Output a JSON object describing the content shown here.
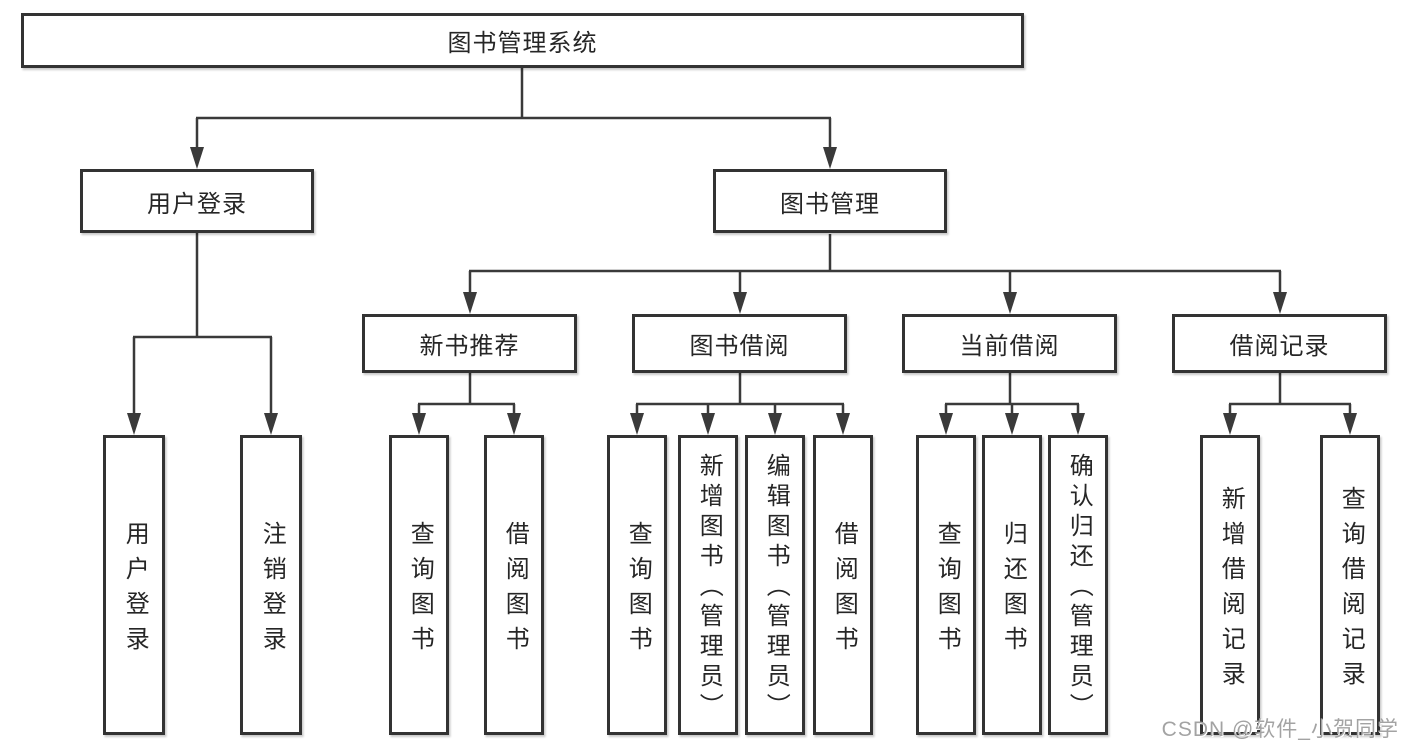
{
  "diagram": {
    "root": {
      "label": "图书管理系统"
    },
    "user_login": {
      "label": "用户登录",
      "children": [
        {
          "label": "用户登录"
        },
        {
          "label": "注销登录"
        }
      ]
    },
    "book_mgmt": {
      "label": "图书管理",
      "children": [
        {
          "label": "新书推荐",
          "children": [
            {
              "label": "查询图书"
            },
            {
              "label": "借阅图书"
            }
          ]
        },
        {
          "label": "图书借阅",
          "children": [
            {
              "label": "查询图书"
            },
            {
              "label": "新增图书（管理员）"
            },
            {
              "label": "编辑图书（管理员）"
            },
            {
              "label": "借阅图书"
            }
          ]
        },
        {
          "label": "当前借阅",
          "children": [
            {
              "label": "查询图书"
            },
            {
              "label": "归还图书"
            },
            {
              "label": "确认归还（管理员）"
            }
          ]
        },
        {
          "label": "借阅记录",
          "children": [
            {
              "label": "新增借阅记录"
            },
            {
              "label": "查询借阅记录"
            }
          ]
        }
      ]
    }
  },
  "watermark": "CSDN @软件_小贺同学",
  "colors": {
    "background": "#ffffff",
    "line": "#3a3a3a",
    "border": "#333333",
    "ink": "#262626",
    "watermark": "#a3a3a3"
  }
}
